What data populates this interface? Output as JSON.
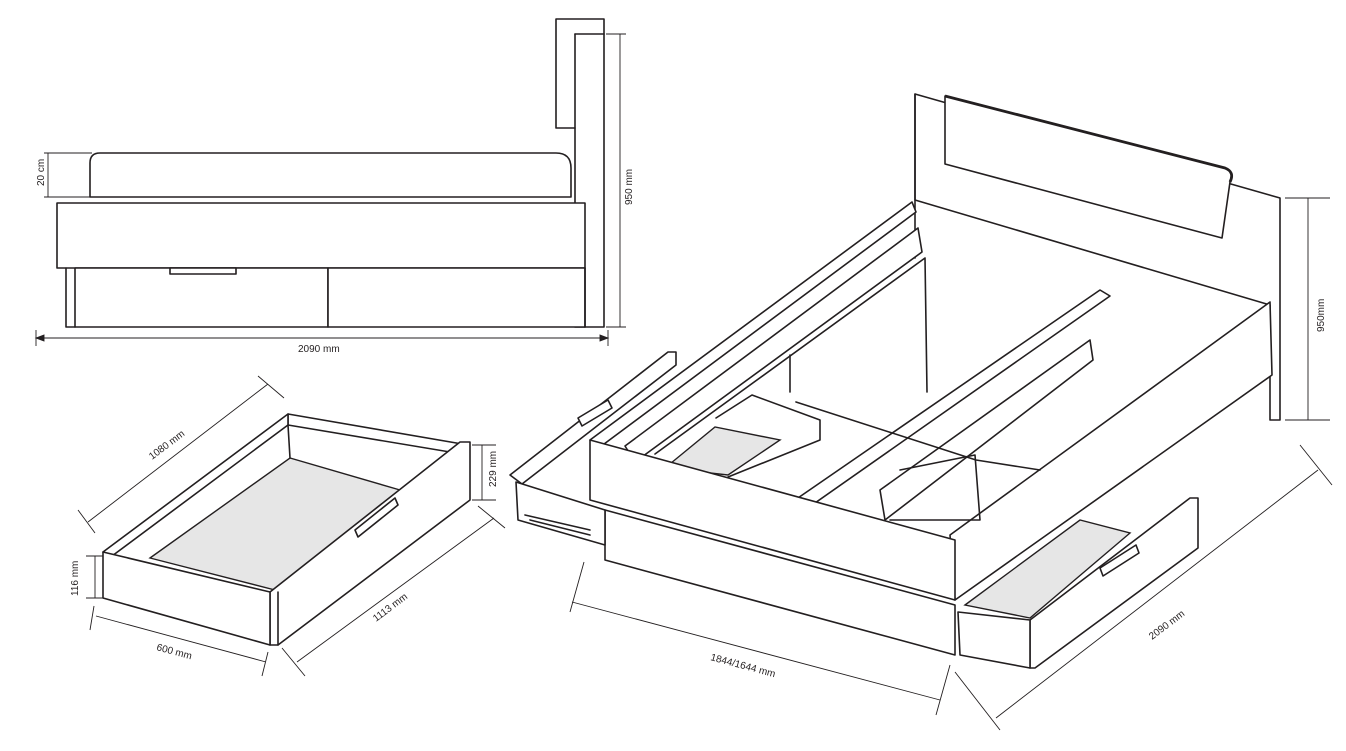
{
  "side_view": {
    "mattress_height": "20 cm",
    "total_height": "950 mm",
    "total_length": "2090 mm"
  },
  "drawer_view": {
    "depth": "1080 mm",
    "outer_length": "1113 mm",
    "width": "600 mm",
    "front_height": "229 mm",
    "inner_height": "116 mm"
  },
  "bed_view": {
    "width": "1844/1644 mm",
    "length": "2090 mm",
    "height": "950mm"
  },
  "colors": {
    "line": "#231f20",
    "fill_gray": "#e6e6e6",
    "background": "#ffffff"
  }
}
